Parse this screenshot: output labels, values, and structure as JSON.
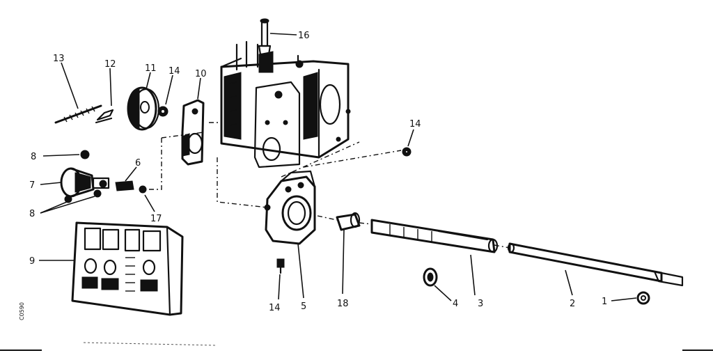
{
  "diagram": {
    "drawing_code": "C0590",
    "parts": [
      {
        "id": "p1",
        "number": "1"
      },
      {
        "id": "p2",
        "number": "2"
      },
      {
        "id": "p3",
        "number": "3"
      },
      {
        "id": "p4",
        "number": "4"
      },
      {
        "id": "p5",
        "number": "5"
      },
      {
        "id": "p6",
        "number": "6"
      },
      {
        "id": "p7",
        "number": "7"
      },
      {
        "id": "p8a",
        "number": "8"
      },
      {
        "id": "p8b",
        "number": "8"
      },
      {
        "id": "p9",
        "number": "9"
      },
      {
        "id": "p10",
        "number": "10"
      },
      {
        "id": "p11",
        "number": "11"
      },
      {
        "id": "p12",
        "number": "12"
      },
      {
        "id": "p13",
        "number": "13"
      },
      {
        "id": "p14a",
        "number": "14"
      },
      {
        "id": "p14b",
        "number": "14"
      },
      {
        "id": "p14c",
        "number": "14"
      },
      {
        "id": "p16",
        "number": "16"
      },
      {
        "id": "p17",
        "number": "17"
      },
      {
        "id": "p18",
        "number": "18"
      }
    ]
  }
}
